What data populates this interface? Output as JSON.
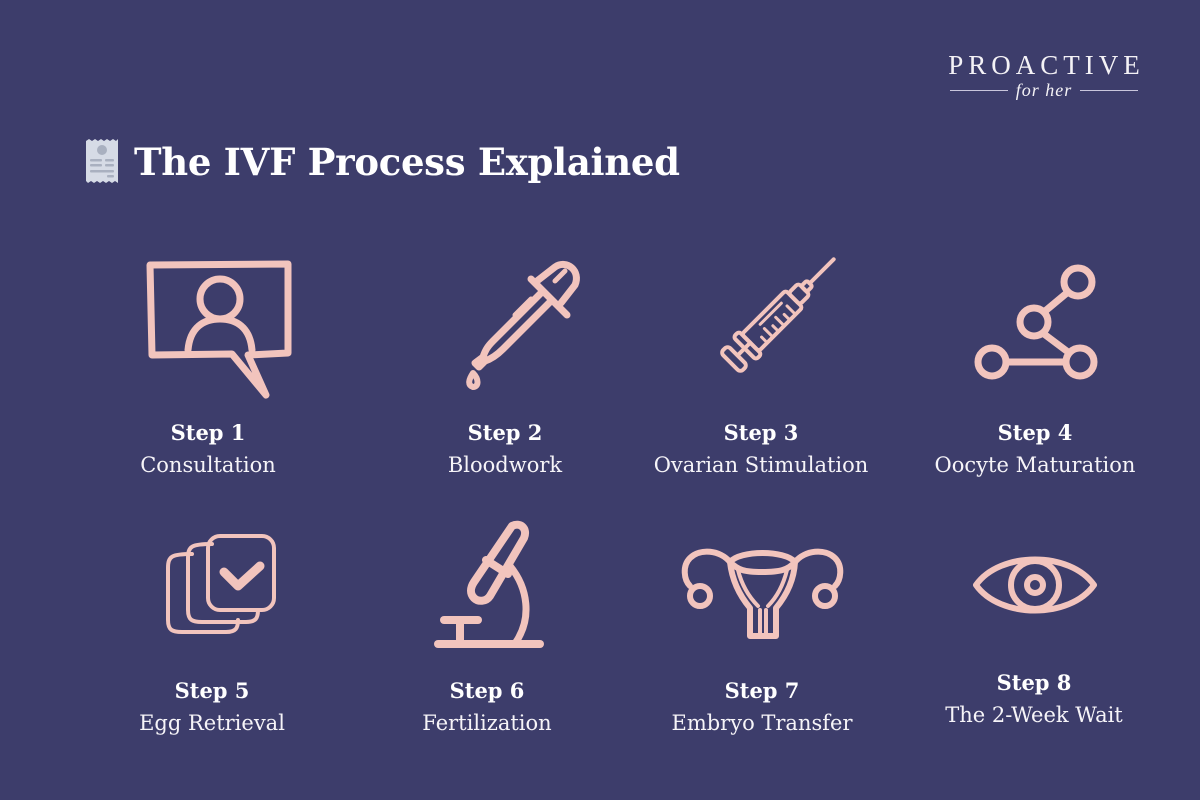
{
  "brand": {
    "name": "PROACTIVE",
    "tagline": "for her"
  },
  "header": {
    "icon": "receipt-document-icon",
    "title": "The IVF Process Explained"
  },
  "colors": {
    "background": "#3d3d6b",
    "icon_stroke": "#f2c4bd",
    "text": "#ffffff"
  },
  "steps": [
    {
      "label": "Step 1",
      "name": "Consultation",
      "icon": "chat-user-icon"
    },
    {
      "label": "Step 2",
      "name": "Bloodwork",
      "icon": "dropper-icon"
    },
    {
      "label": "Step 3",
      "name": "Ovarian Stimulation",
      "icon": "syringe-icon"
    },
    {
      "label": "Step 4",
      "name": "Oocyte Maturation",
      "icon": "nodes-icon"
    },
    {
      "label": "Step 5",
      "name": "Egg Retrieval",
      "icon": "stacked-checkbox-icon"
    },
    {
      "label": "Step 6",
      "name": "Fertilization",
      "icon": "microscope-icon"
    },
    {
      "label": "Step 7",
      "name": "Embryo Transfer",
      "icon": "uterus-icon"
    },
    {
      "label": "Step 8",
      "name": "The 2-Week Wait",
      "icon": "eye-icon"
    }
  ]
}
